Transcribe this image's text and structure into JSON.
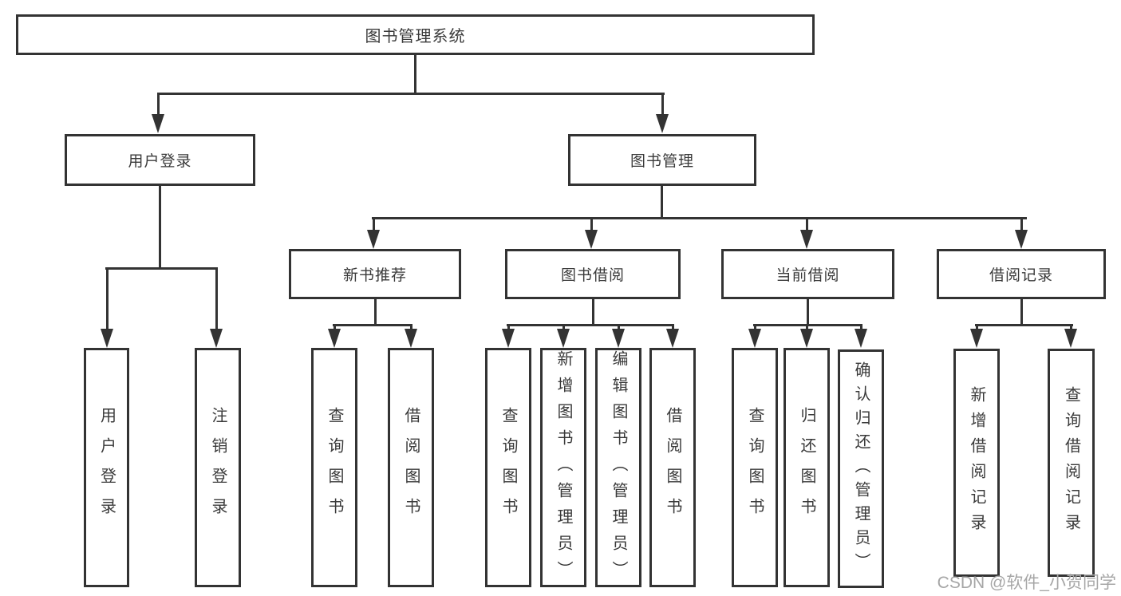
{
  "colors": {
    "line": "#333333",
    "text": "#3a3a3a",
    "watermark": "#a6a6a6",
    "bg": "#ffffff"
  },
  "root": {
    "label": "图书管理系统"
  },
  "userLogin": {
    "label": "用户登录",
    "children": [
      {
        "label": "用户登录"
      },
      {
        "label": "注销登录"
      }
    ]
  },
  "bookMgmt": {
    "label": "图书管理",
    "sections": [
      {
        "label": "新书推荐",
        "children": [
          {
            "label": "查询图书"
          },
          {
            "label": "借阅图书"
          }
        ]
      },
      {
        "label": "图书借阅",
        "children": [
          {
            "label": "查询图书"
          },
          {
            "label": "新增图书（管理员）"
          },
          {
            "label": "编辑图书（管理员）"
          },
          {
            "label": "借阅图书"
          }
        ]
      },
      {
        "label": "当前借阅",
        "children": [
          {
            "label": "查询图书"
          },
          {
            "label": "归还图书"
          },
          {
            "label": "确认归还（管理员）"
          }
        ]
      },
      {
        "label": "借阅记录",
        "children": [
          {
            "label": "新增借阅记录"
          },
          {
            "label": "查询借阅记录"
          }
        ]
      }
    ]
  },
  "watermark": "CSDN @软件_小贺同学"
}
